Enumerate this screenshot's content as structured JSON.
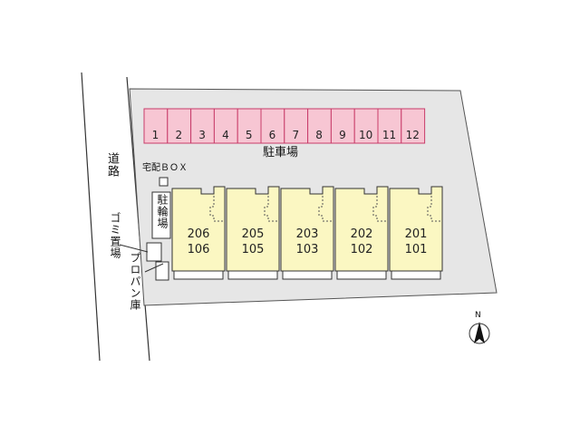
{
  "map": {
    "road_label": "道路",
    "parking_label": "駐車場",
    "delivery_box_label": "宅配ＢＯＸ",
    "bicycle_parking_label": "駐輪場",
    "garbage_label": "ゴミ置場",
    "propane_label": "プロパン庫",
    "north_label": "N",
    "parking_spaces": [
      "1",
      "2",
      "3",
      "4",
      "5",
      "6",
      "7",
      "8",
      "9",
      "10",
      "11",
      "12"
    ],
    "units": [
      {
        "upper": "206",
        "lower": "106"
      },
      {
        "upper": "205",
        "lower": "105"
      },
      {
        "upper": "203",
        "lower": "103"
      },
      {
        "upper": "202",
        "lower": "102"
      },
      {
        "upper": "201",
        "lower": "101"
      }
    ],
    "colors": {
      "lot_fill": "#e6e6e6",
      "parking_fill": "#f7c6d3",
      "parking_stroke": "#c83c6a",
      "building_fill": "#fbf7c2"
    }
  }
}
